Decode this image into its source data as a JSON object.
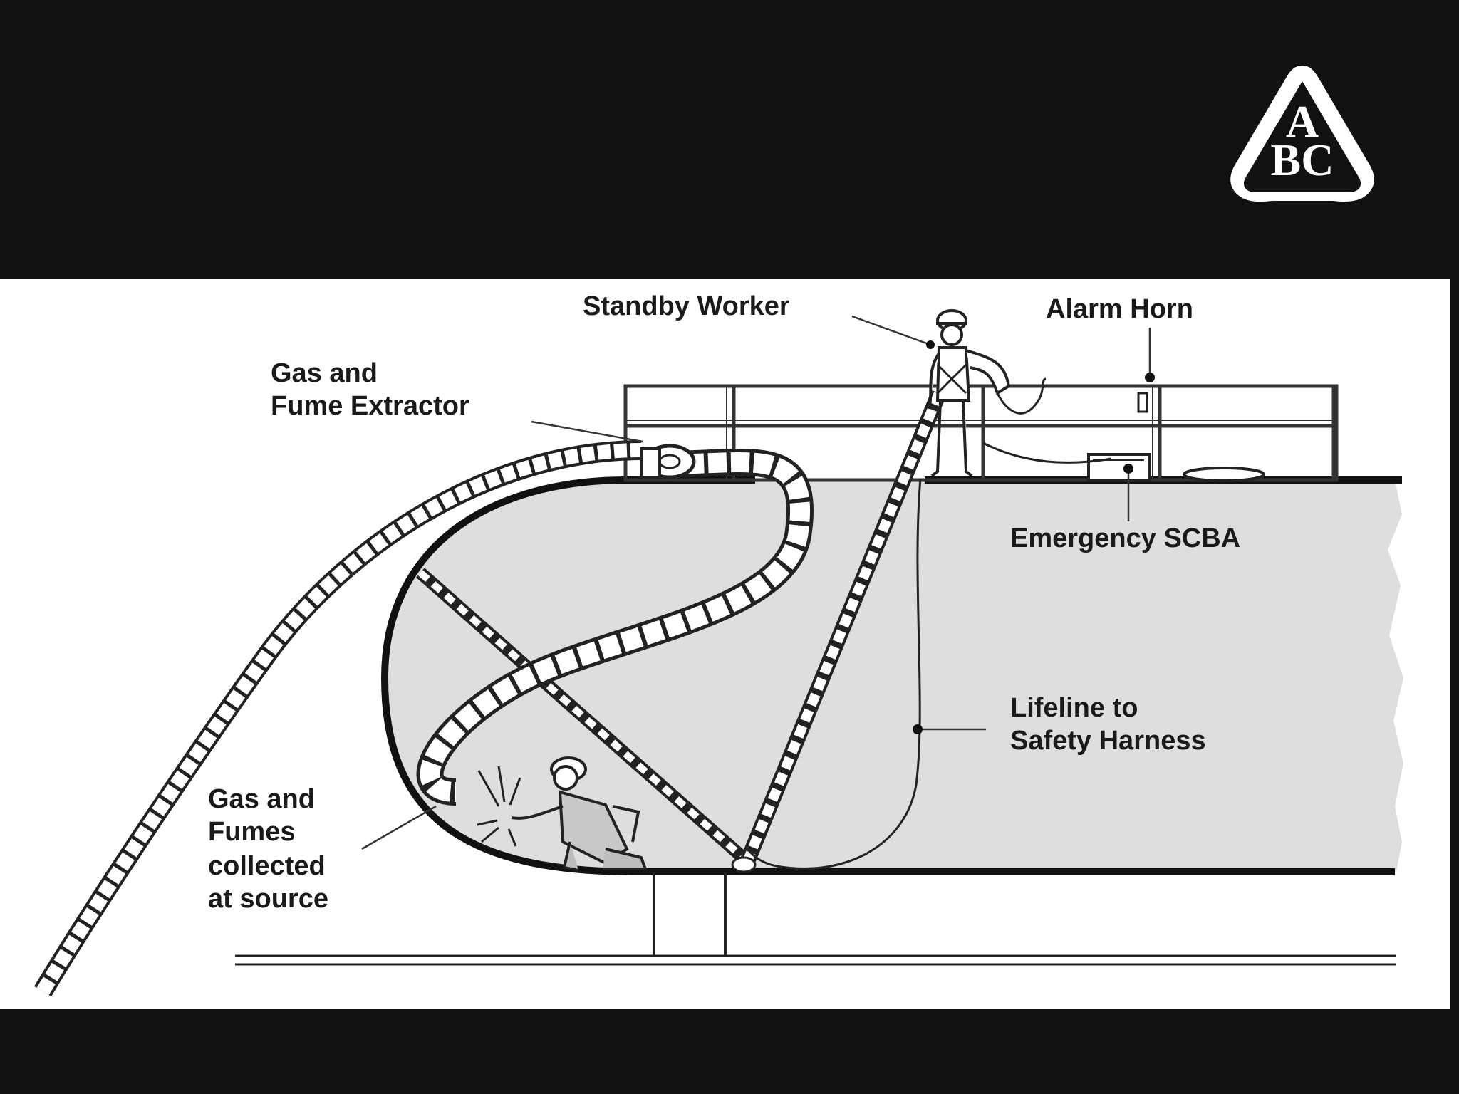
{
  "logo": {
    "text_a": "A",
    "text_bc": "BC"
  },
  "labels": {
    "standby_worker": "Standby Worker",
    "alarm_horn": "Alarm Horn",
    "extractor_line1": "Gas and",
    "extractor_line2": "Fume Extractor",
    "emergency_scba": "Emergency SCBA",
    "lifeline_line1": "Lifeline to",
    "lifeline_line2": "Safety Harness",
    "fumes_line1": "Gas and",
    "fumes_line2": "Fumes",
    "fumes_line3": "collected",
    "fumes_line4": "at source"
  },
  "colors": {
    "background": "#111111",
    "panel": "#ffffff",
    "tank_fill": "#dedede",
    "ink": "#1a1a1a"
  }
}
